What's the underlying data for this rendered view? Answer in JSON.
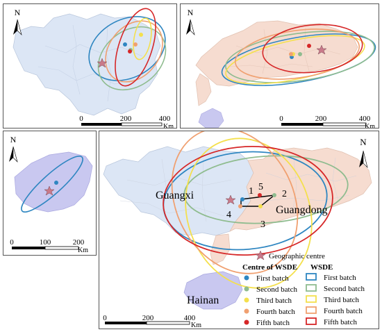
{
  "north_label": "N",
  "scale_unit": "Km",
  "panels": {
    "guangxi": {
      "scale_ticks": [
        "0",
        "200",
        "400"
      ]
    },
    "guangdong": {
      "scale_ticks": [
        "0",
        "200",
        "400"
      ]
    },
    "hainan": {
      "scale_ticks": [
        "0",
        "100",
        "200"
      ]
    },
    "main": {
      "scale_ticks": [
        "0",
        "200",
        "400"
      ],
      "region_labels": [
        "Guangxi",
        "Guangdong",
        "Hainan"
      ],
      "point_labels": [
        "1",
        "2",
        "3",
        "4",
        "5"
      ]
    }
  },
  "legend": {
    "geographic_centre": "Geographic centre",
    "centre_header": "Centre of  WSDE",
    "wsde_header": "WSDE",
    "batches": [
      {
        "label": "First batch",
        "color": "#2e86c1"
      },
      {
        "label": "Second batch",
        "color": "#8fbc8f"
      },
      {
        "label": "Third batch",
        "color": "#f4e04d"
      },
      {
        "label": "Fourth batch",
        "color": "#f0a070"
      },
      {
        "label": "Fifth batch",
        "color": "#d62728"
      }
    ],
    "star_color": "#c97a8a"
  },
  "colors": {
    "guangxi_fill": "#dce6f5",
    "guangdong_fill": "#f6dcd0",
    "hainan_fill": "#c9c8f0",
    "first": "#2e86c1",
    "second": "#8fbc8f",
    "third": "#f4e04d",
    "fourth": "#f0a070",
    "fifth": "#d62728"
  }
}
